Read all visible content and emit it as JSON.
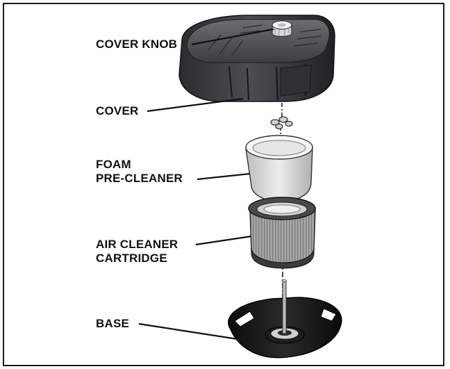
{
  "diagram": {
    "parts": [
      {
        "id": "cover-knob",
        "lines": [
          "COVER KNOB"
        ]
      },
      {
        "id": "cover",
        "lines": [
          "COVER"
        ]
      },
      {
        "id": "foam-pre-cleaner",
        "lines": [
          "FOAM",
          "PRE-CLEANER"
        ]
      },
      {
        "id": "air-cleaner-cartridge",
        "lines": [
          "AIR CLEANER",
          "CARTRIDGE"
        ]
      },
      {
        "id": "base",
        "lines": [
          "BASE"
        ]
      }
    ],
    "colors": {
      "frame": "#1a1a1a",
      "cover": "#3a3d40",
      "cover_dark": "#232527",
      "foam": "#d9d9d9",
      "cartridge": "#9a9a9a",
      "base": "#141414",
      "leader": "#111111"
    }
  }
}
